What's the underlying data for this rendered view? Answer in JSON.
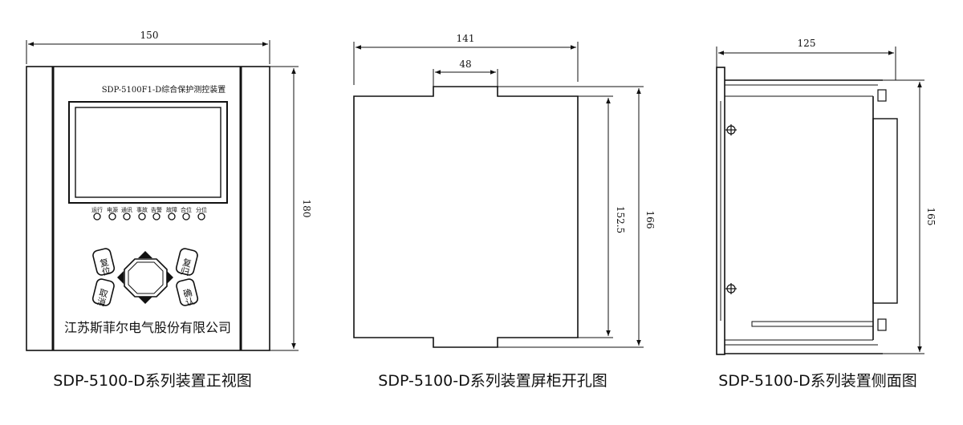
{
  "front_view": {
    "dim_width": "150",
    "dim_height": "180",
    "device_title": "SDP-5100F1-D综合保护测控装置",
    "leds": [
      "运行",
      "电源",
      "通讯",
      "事故",
      "告警",
      "故障",
      "合位",
      "分位"
    ],
    "keys": {
      "top_left": "复位",
      "top_right": "复归",
      "bottom_left": "取消",
      "bottom_right": "确认"
    },
    "company": "江苏斯菲尔电气股份有限公司",
    "caption": "SDP-5100-D系列装置正视图"
  },
  "cutout_view": {
    "dim_width": "141",
    "dim_notch": "48",
    "dim_inner_height": "152.5",
    "dim_outer_height": "166",
    "caption": "SDP-5100-D系列装置屏柜开孔图"
  },
  "side_view": {
    "dim_depth": "125",
    "dim_height": "165",
    "caption": "SDP-5100-D系列装置侧面图"
  },
  "colors": {
    "line": "#111111",
    "background": "#ffffff"
  }
}
